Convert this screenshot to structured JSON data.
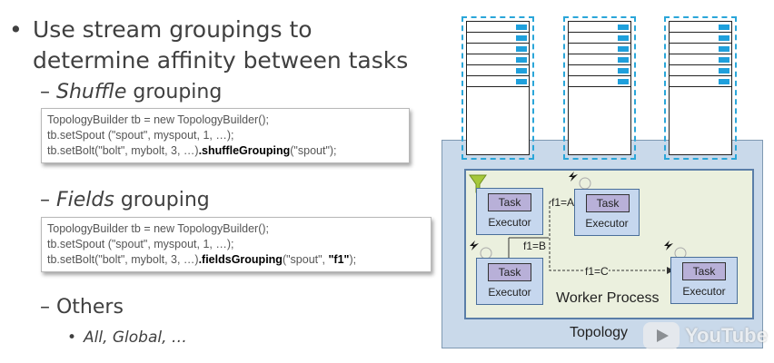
{
  "slide": {
    "bullet_main_line1": "Use stream groupings to",
    "bullet_main_line2": "determine affinity between tasks",
    "shuffle_heading_dash": "– ",
    "shuffle_heading_italic": "Shuffle",
    "shuffle_heading_rest": " grouping",
    "shuffle_code": {
      "line1": "TopologyBuilder tb = new TopologyBuilder();",
      "line2": "tb.setSpout (\"spout\", myspout, 1, …);",
      "line3_pre": "tb.setBolt(\"bolt\", mybolt, 3, …)",
      "line3_bold": ".shuffleGrouping",
      "line3_post": "(\"spout\");"
    },
    "fields_heading_dash": "– ",
    "fields_heading_italic": "Fields",
    "fields_heading_rest": " grouping",
    "fields_code": {
      "line1": "TopologyBuilder tb = new TopologyBuilder();",
      "line2": "tb.setSpout (\"spout\", myspout, 1, …);",
      "line3_pre": "tb.setBolt(\"bolt\", mybolt, 3, …)",
      "line3_bold": ".fieldsGrouping",
      "line3_mid": "(\"spout\", ",
      "line3_bold2": "\"f1\"",
      "line3_post": ");"
    },
    "others_heading": "– Others",
    "others_sub_bullet": "•",
    "others_sub": "All, Global, …"
  },
  "diagram": {
    "topology_label": "Topology",
    "worker_label": "Worker Process",
    "task_label": "Task",
    "executor_label": "Executor",
    "edge_f1A": "f1=A",
    "edge_f1B": "f1=B",
    "edge_f1C": "f1=C"
  },
  "watermark": {
    "text": "YouTube"
  },
  "colors": {
    "topology_bg": "#c9d9ea",
    "worker_bg": "#ebf0de",
    "server_dash": "#2aa6d9",
    "task_bg": "#b8b0d8",
    "executor_bg": "#c6d7ee"
  }
}
